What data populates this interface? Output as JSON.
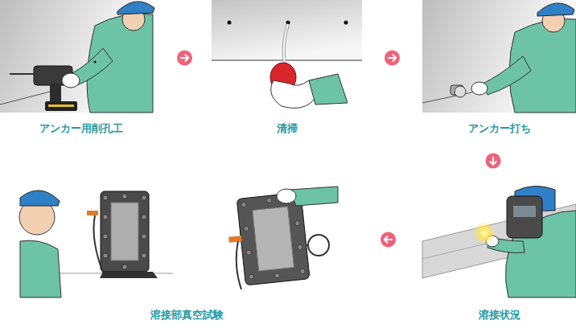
{
  "diagram": {
    "nodes": [
      {
        "text": [
          "アンカー用削孔工"
        ]
      },
      {
        "text": [
          "清掃"
        ]
      },
      {
        "text": [
          "アンカー打ち"
        ]
      },
      {
        "text": [
          "溶接状況"
        ]
      },
      {
        "text": [
          "溶接部真空試験"
        ]
      }
    ],
    "edges": [
      {
        "from": 0,
        "to": 1,
        "arrow": "to"
      },
      {
        "from": 1,
        "to": 2,
        "arrow": "to"
      },
      {
        "from": 2,
        "to": 3,
        "arrow": "to"
      },
      {
        "from": 3,
        "to": 4,
        "arrow": "to"
      }
    ]
  }
}
